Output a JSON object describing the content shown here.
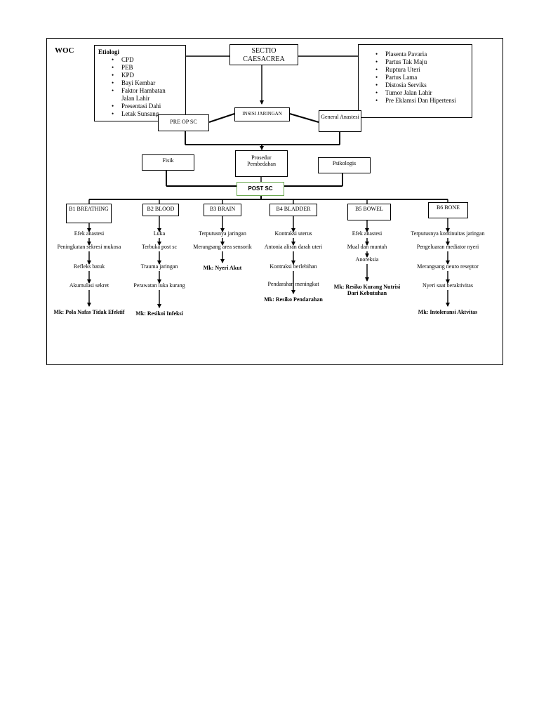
{
  "title": "WOC",
  "etiologi": {
    "heading": "Etiologi",
    "items": [
      "CPD",
      "PEB",
      "KPD",
      "Bayi Kembar",
      "Faktor Hambatan Jalan Lahir",
      "Presentasi Dahi",
      "Letak Sunsang"
    ]
  },
  "sectio": "SECTIO CAESACREA",
  "causes": [
    "Plasenta Pavaria",
    "Partus Tak Maju",
    "Ruptura Uteri",
    "Partus Lama",
    "Distosia Serviks",
    "Tumor Jalan Lahir",
    "Pre Eklamsi Dan Hipertensi"
  ],
  "insisi": "INSISI JARINGAN",
  "pre_op": "PRE OP SC",
  "general_anastesi": "General Anastesi",
  "prosedur": "Prosedur Pembedahan",
  "fisik": "Fisik",
  "psikologis": "Psikologis",
  "post_sc": "POST SC",
  "post_sc_border_color": "#6aa84f",
  "columns": [
    {
      "label": "B1 BREATHING",
      "steps": [
        "Efek anastesi",
        "Peningkatan sekresi mukosa",
        "Refleks batuk",
        "Akumulasi sekret"
      ],
      "result": "Mk: Pola Nafas Tidak Efektif"
    },
    {
      "label": "B2 BLOOD",
      "steps": [
        "Luka",
        "Terbuka post sc",
        "Trauma jaringan",
        "Perawatan luka kurang"
      ],
      "result": "Mk: Resikoi Infeksi"
    },
    {
      "label": "B3 BRAIN",
      "steps": [
        "Terputusnya jaringan",
        "Merangsang area sensorik"
      ],
      "result": "Mk: Nyeri Akut"
    },
    {
      "label": "B4 BLADDER",
      "steps": [
        "Kontraksi uterus",
        "Antonia aliran darah uteri",
        "Kontraksi berlebihan",
        "Pendarahan meningkat"
      ],
      "result": "Mk: Resiko Pendarahan"
    },
    {
      "label": "B5 BOWEL",
      "steps": [
        "Efek anastesi",
        "Mual dan muntah",
        "Anoreksia"
      ],
      "result": "Mk: Resiko Kurang Nutrisi Dari Kebutuhan"
    },
    {
      "label": "B6 BONE",
      "steps": [
        "Terputusnya kontinuitas jaringan",
        "Pengeluaran mediator nyeri",
        "Merangsang neuro reseptor",
        "Nyeri saat beraktivitas"
      ],
      "result": "Mk: Intoleransi Aktvitas"
    }
  ]
}
